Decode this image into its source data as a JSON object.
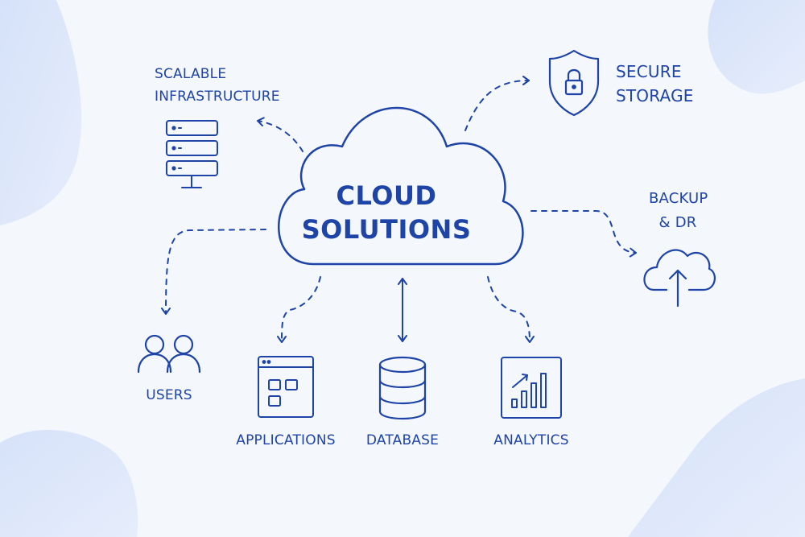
{
  "colors": {
    "primary": "#1e44a8",
    "background": "#f4f7fc",
    "blob": "#dde7fb"
  },
  "center": {
    "line1": "CLOUD",
    "line2": "SOLUTIONS"
  },
  "nodes": {
    "scalable_infrastructure": {
      "line1": "SCALABLE",
      "line2": "INFRASTRUCTURE",
      "icon": "server-rack-icon"
    },
    "secure_storage": {
      "line1": "SECURE",
      "line2": "STORAGE",
      "icon": "shield-lock-icon"
    },
    "backup_dr": {
      "line1": "BACKUP",
      "line2": "& DR",
      "icon": "cloud-upload-icon"
    },
    "users": {
      "label": "USERS",
      "icon": "users-icon"
    },
    "applications": {
      "label": "APPLICATIONS",
      "icon": "app-window-icon"
    },
    "database": {
      "label": "DATABASE",
      "icon": "database-icon"
    },
    "analytics": {
      "label": "ANALYTICS",
      "icon": "analytics-chart-icon"
    }
  }
}
